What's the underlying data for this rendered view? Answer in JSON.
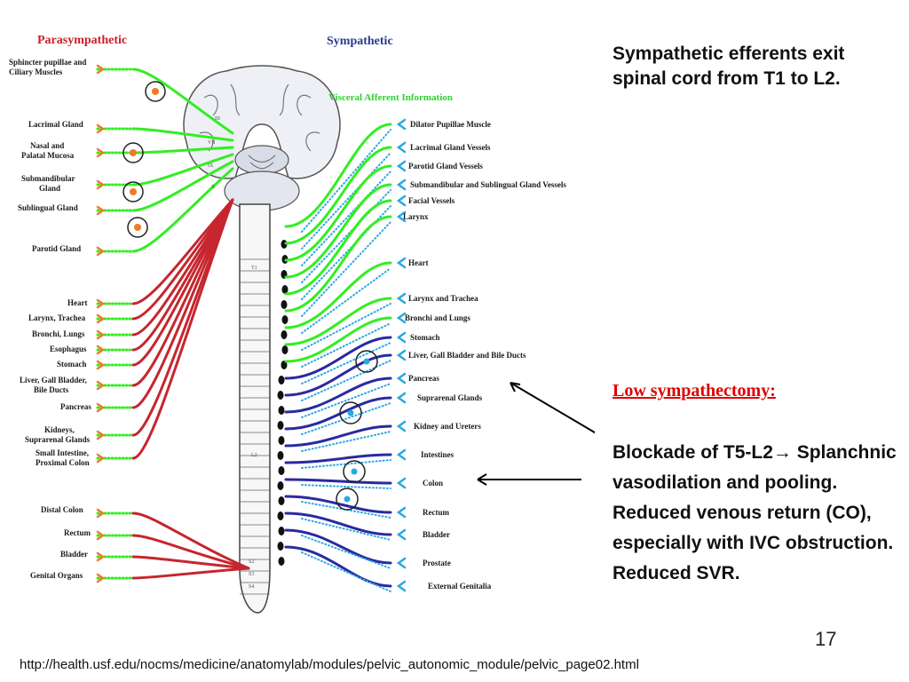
{
  "titles": {
    "parasympathetic": "Parasympathetic",
    "sympathetic": "Sympathetic",
    "visceral_afferent": "Visceral Afferent Information"
  },
  "para_labels": [
    "Sphincter pupillae and",
    "Ciliary Muscles",
    "Lacrimal Gland",
    "Nasal and",
    "Palatal Mucosa",
    "Submandibular",
    "Gland",
    "Sublingual Gland",
    "Parotid Gland",
    "Heart",
    "Larynx, Trachea",
    "Bronchi, Lungs",
    "Esophagus",
    "Stomach",
    "Liver, Gall Bladder,",
    "Bile Ducts",
    "Pancreas",
    "Kidneys,",
    "Suprarenal Glands",
    "Small Intestine,",
    "Proximal Colon",
    "Distal Colon",
    "Rectum",
    "Bladder",
    "Genital Organs"
  ],
  "symp_labels": [
    "Dilator Pupillae Muscle",
    "Lacrimal Gland Vessels",
    "Parotid Gland Vessels",
    "Submandibular and Sublingual Gland Vessels",
    "Facial Vessels",
    "Larynx",
    "Heart",
    "Larynx and Trachea",
    "Bronchi and Lungs",
    "Stomach",
    "Liver, Gall Bladder and Bile Ducts",
    "Pancreas",
    "Suprarenal Glands",
    "Kidney and Ureters",
    "Intestines",
    "Colon",
    "Rectum",
    "Bladder",
    "Prostate",
    "External Genitalia"
  ],
  "cranial_labels": [
    "III",
    "VII",
    "IX",
    "X"
  ],
  "vertebra_labels": [
    "T1",
    "L2"
  ],
  "sacral_labels": [
    "S2",
    "S3",
    "S4"
  ],
  "text": {
    "top_note": "Sympathetic efferents exit spinal cord from T1 to L2.",
    "low_title": "Low sympathectomy:",
    "blockade": "Blockade of T5-L2→ Splanchnic vasodilation and pooling. Reduced venous return (CO), especially with IVC obstruction. Reduced SVR.",
    "page_number": "17",
    "source_url": "http://health.usf.edu/nocms/medicine/anatomylab/modules/pelvic_autonomic_module/pelvic_page02.html"
  },
  "colors": {
    "parasympathetic_title": "#c8202a",
    "sympathetic_title": "#2b3a8f",
    "afferent_title": "#2fd12f",
    "green_fiber": "#33ee22",
    "red_fiber": "#c6262e",
    "blue_fiber": "#2a2aa0",
    "orange_arrow": "#f07a2a",
    "cyan_arrow": "#2aa8e0",
    "highlight_red": "#e00000"
  }
}
